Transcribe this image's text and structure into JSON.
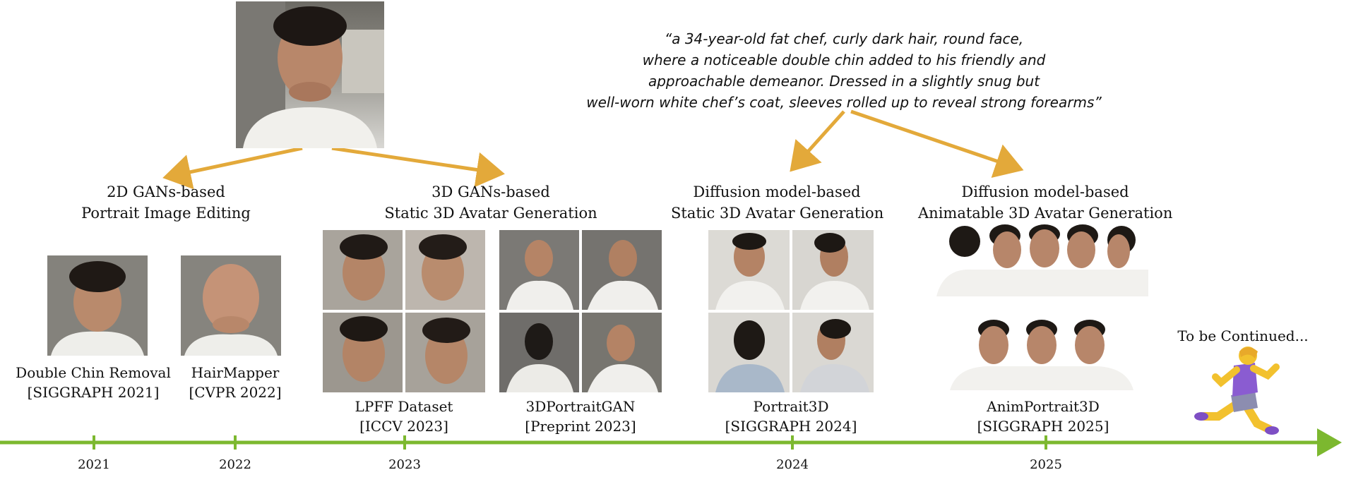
{
  "prompt": {
    "lines": [
      "“a 34-year-old fat chef, curly dark hair, round face,",
      "where a noticeable double chin added to his friendly and",
      "approachable demeanor. Dressed in a slightly snug but",
      "well-worn white chef’s coat, sleeves rolled up to reveal strong forearms”"
    ]
  },
  "categories": [
    {
      "line1": "2D GANs-based",
      "line2": "Portrait Image Editing"
    },
    {
      "line1": "3D GANs-based",
      "line2": "Static 3D Avatar Generation"
    },
    {
      "line1": "Diffusion model-based",
      "line2": "Static 3D Avatar Generation"
    },
    {
      "line1": "Diffusion model-based",
      "line2": "Animatable 3D Avatar Generation"
    }
  ],
  "methods": [
    {
      "name": "Double Chin Removal",
      "venue": "[SIGGRAPH 2021]"
    },
    {
      "name": "HairMapper",
      "venue": "[CVPR 2022]"
    },
    {
      "name": "LPFF Dataset",
      "venue": "[ICCV 2023]"
    },
    {
      "name": "3DPortraitGAN",
      "venue": "[Preprint 2023]"
    },
    {
      "name": "Portrait3D",
      "venue": "[SIGGRAPH 2024]"
    },
    {
      "name": "AnimPortrait3D",
      "venue": "[SIGGRAPH 2025]"
    }
  ],
  "continued": "To be Continued...",
  "years": [
    "2021",
    "2022",
    "2023",
    "2024",
    "2025"
  ],
  "colors": {
    "arrow": "#E3A93A",
    "timeline": "#7CB82F",
    "runner_shirt": "#8A5CD1",
    "runner_skin": "#F2C12E"
  },
  "icons": [
    "running-woman-icon"
  ]
}
